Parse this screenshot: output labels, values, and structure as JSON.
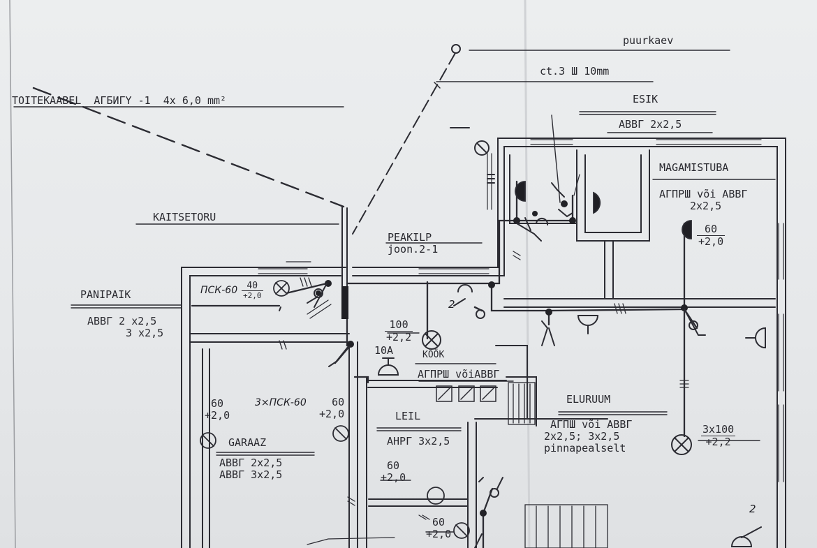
{
  "labels": {
    "puurkaev": "puurkaev",
    "cable_spec": "ct.3 Ш 10mm",
    "toitekaabel": "TOITEKAABEL  AГБИГY -1  4x 6,0 mm²",
    "esik": "ESIK",
    "esik_cable": "АВВГ 2x2,5",
    "magamistuba": "MAGAMISTUBA",
    "magamistuba_cable1": "AГПРШ või АВВГ",
    "magamistuba_cable2": "2x2,5",
    "kaitsetoru": "KAITSETORU",
    "peakilp": "PEAKILP",
    "peakilp_ref": "joon.2-1",
    "panipaik": "PANIPAIK",
    "panipaik_cable1": "АВВГ 2 x2,5",
    "panipaik_cable2": "3 x2,5",
    "pck_label": "ПСК-60",
    "kook": "KÖÖK",
    "kook_cable": "AГПРШ võiАВВГ",
    "label_10a": "10A",
    "label_2": "2",
    "leil": "LEIL",
    "leil_cable": "АНРГ 3x2,5",
    "garaaz": "GARAAZ",
    "garaaz_cable1": "АВВГ 2x2,5",
    "garaaz_cable2": "АВВГ 3x2,5",
    "garaaz_lamps": "3×ПСК-60",
    "eluruum": "ELURUUM",
    "eluruum_cable1": "AГПШ või АВВГ",
    "eluruum_cable2": "2x2,5; 3x2,5",
    "eluruum_cable3": "pinnapealselt",
    "label_2b": "2"
  },
  "fixtures": {
    "magamistuba_lamp": {
      "watt": "60",
      "height": "+2,0"
    },
    "panipaik_lamp": {
      "watt": "40",
      "height": "+2,0"
    },
    "kook_lamp": {
      "watt": "100",
      "height": "+2,2"
    },
    "garaaz_lamp_a": {
      "watt": "60",
      "height": "+2,0"
    },
    "garaaz_lamp_b": {
      "watt": "60",
      "height": "+2,0"
    },
    "leil_lamp": {
      "watt": "60",
      "height": "+2,0"
    },
    "bottom_lamp": {
      "watt": "60",
      "height": "+2,0"
    },
    "eluruum_lamp": {
      "watt": "3x100",
      "height": "+2,2"
    }
  }
}
